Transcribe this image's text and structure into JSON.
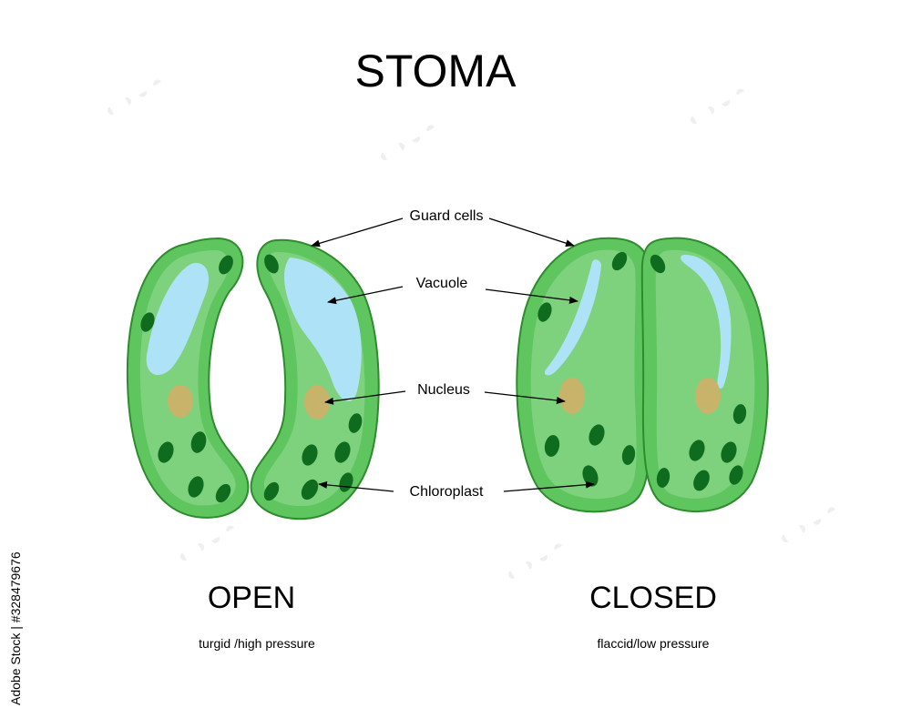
{
  "title": "STOMA",
  "labels": {
    "guard_cells": "Guard cells",
    "vacuole": "Vacuole",
    "nucleus": "Nucleus",
    "chloroplast": "Chloroplast"
  },
  "open": {
    "heading": "OPEN",
    "subtitle": "turgid /high pressure"
  },
  "closed": {
    "heading": "CLOSED",
    "subtitle": "flaccid/low pressure"
  },
  "side_text": "Adobe Stock | #328479676",
  "colors": {
    "cell_fill": "#5fc65f",
    "cell_inner": "#7ed27e",
    "cell_edge": "#2e8b2e",
    "chloroplast": "#0f6b1d",
    "nucleus": "#c8b36a",
    "vacuole": "#aee3f7"
  }
}
